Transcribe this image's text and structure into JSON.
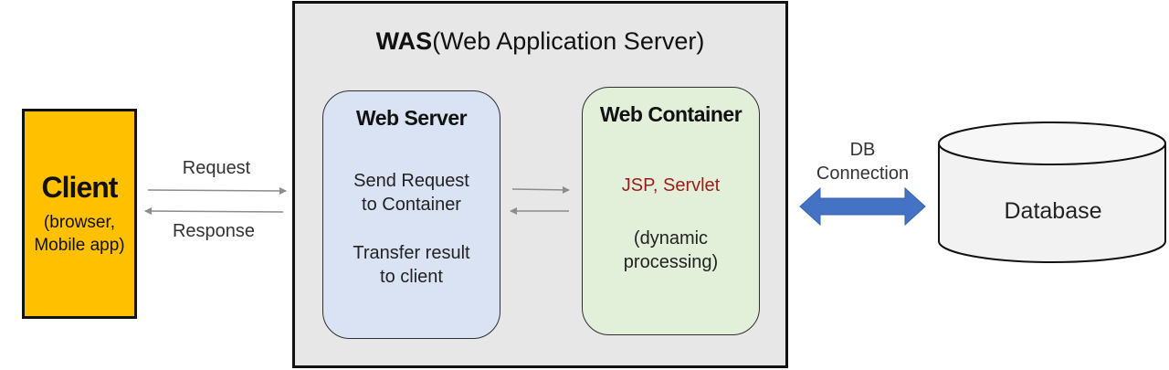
{
  "client": {
    "title": "Client",
    "subtitle_line1": "(browser,",
    "subtitle_line2": "Mobile app)"
  },
  "was": {
    "title_bold": "WAS",
    "title_rest": "(Web Application Server)"
  },
  "web_server": {
    "title": "Web Server",
    "task1_line1": "Send Request",
    "task1_line2": "to Container",
    "task2_line1": "Transfer result",
    "task2_line2": "to client"
  },
  "web_container": {
    "title": "Web Container",
    "tech": "JSP, Servlet",
    "desc_line1": "(dynamic",
    "desc_line2": "processing)"
  },
  "connections": {
    "request": "Request",
    "response": "Response",
    "db_connection_line1": "DB",
    "db_connection_line2": "Connection"
  },
  "database": {
    "label": "Database"
  },
  "colors": {
    "client_fill": "#ffc000",
    "was_fill": "#e7e7e7",
    "web_server_fill": "#dae3f3",
    "web_container_fill": "#e2f0d9",
    "tech_text": "#9b1c1c",
    "db_arrow": "#4472c4",
    "arrow_gray": "#8c8c8c"
  }
}
